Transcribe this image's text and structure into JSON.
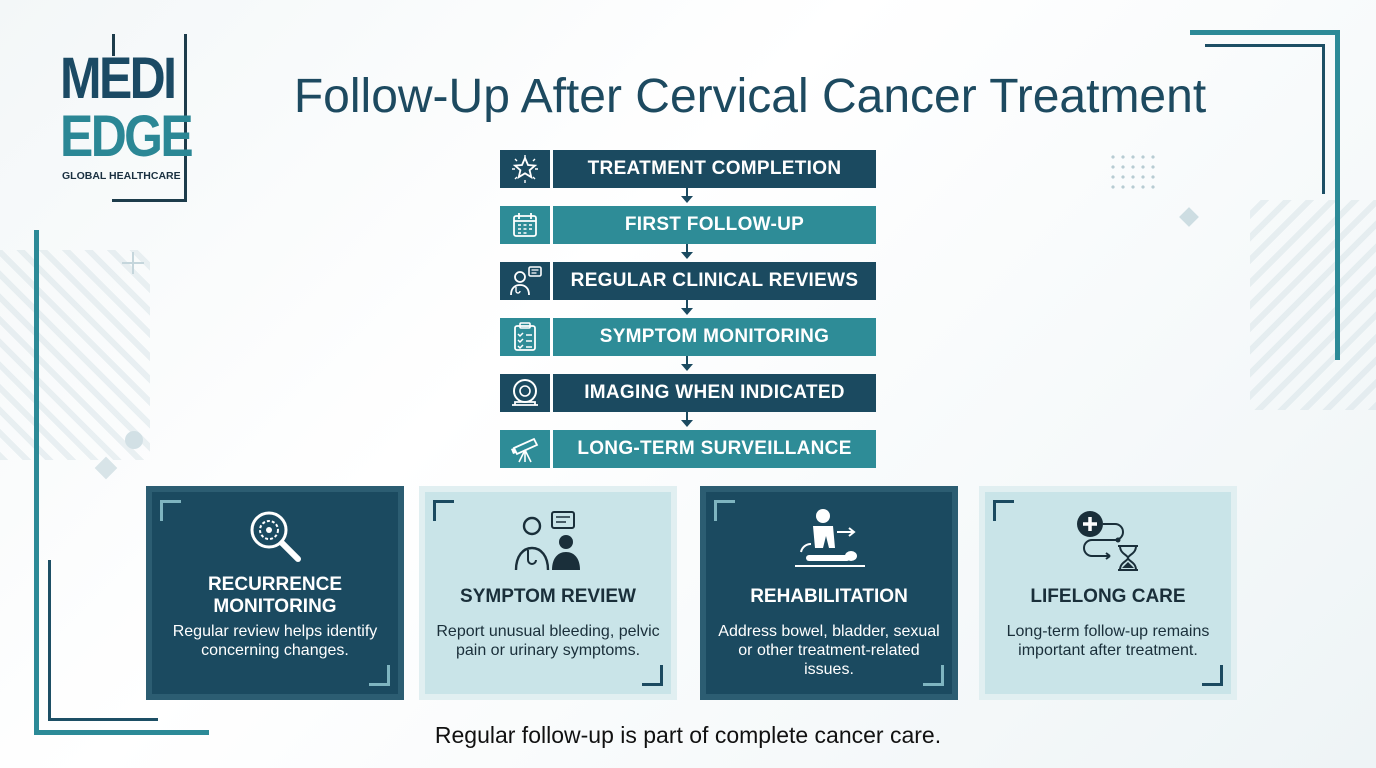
{
  "logo": {
    "line1": "MEDI",
    "line2": "EDGE",
    "tagline": "GLOBAL HEALTHCARE"
  },
  "title": "Follow-Up After Cervical Cancer Treatment",
  "flow_steps": [
    {
      "label": "TREATMENT COMPLETION",
      "icon": "star-badge-icon"
    },
    {
      "label": "FIRST FOLLOW-UP",
      "icon": "calendar-icon"
    },
    {
      "label": "REGULAR CLINICAL REVIEWS",
      "icon": "doctor-chat-icon"
    },
    {
      "label": "SYMPTOM MONITORING",
      "icon": "clipboard-checklist-icon"
    },
    {
      "label": "IMAGING WHEN INDICATED",
      "icon": "scanner-icon"
    },
    {
      "label": "LONG-TERM SURVEILLANCE",
      "icon": "telescope-icon"
    }
  ],
  "cards": [
    {
      "title": "RECURRENCE MONITORING",
      "body": "Regular review helps identify concerning changes.",
      "icon": "magnifier-cell-icon"
    },
    {
      "title": "SYMPTOM REVIEW",
      "body": "Report unusual bleeding, pelvic pain or urinary symptoms.",
      "icon": "doctor-patient-icon"
    },
    {
      "title": "REHABILITATION",
      "body": "Address bowel, bladder, sexual or other treatment-related issues.",
      "icon": "physiotherapy-icon"
    },
    {
      "title": "LIFELONG CARE",
      "body": "Long-term follow-up remains important after treatment.",
      "icon": "medical-cross-hourglass-icon"
    }
  ],
  "footer": "Regular follow-up is part of complete cancer care.",
  "colors": {
    "dark_teal": "#1b4a60",
    "teal": "#2e8c97",
    "light_card": "#c9e4e8"
  }
}
